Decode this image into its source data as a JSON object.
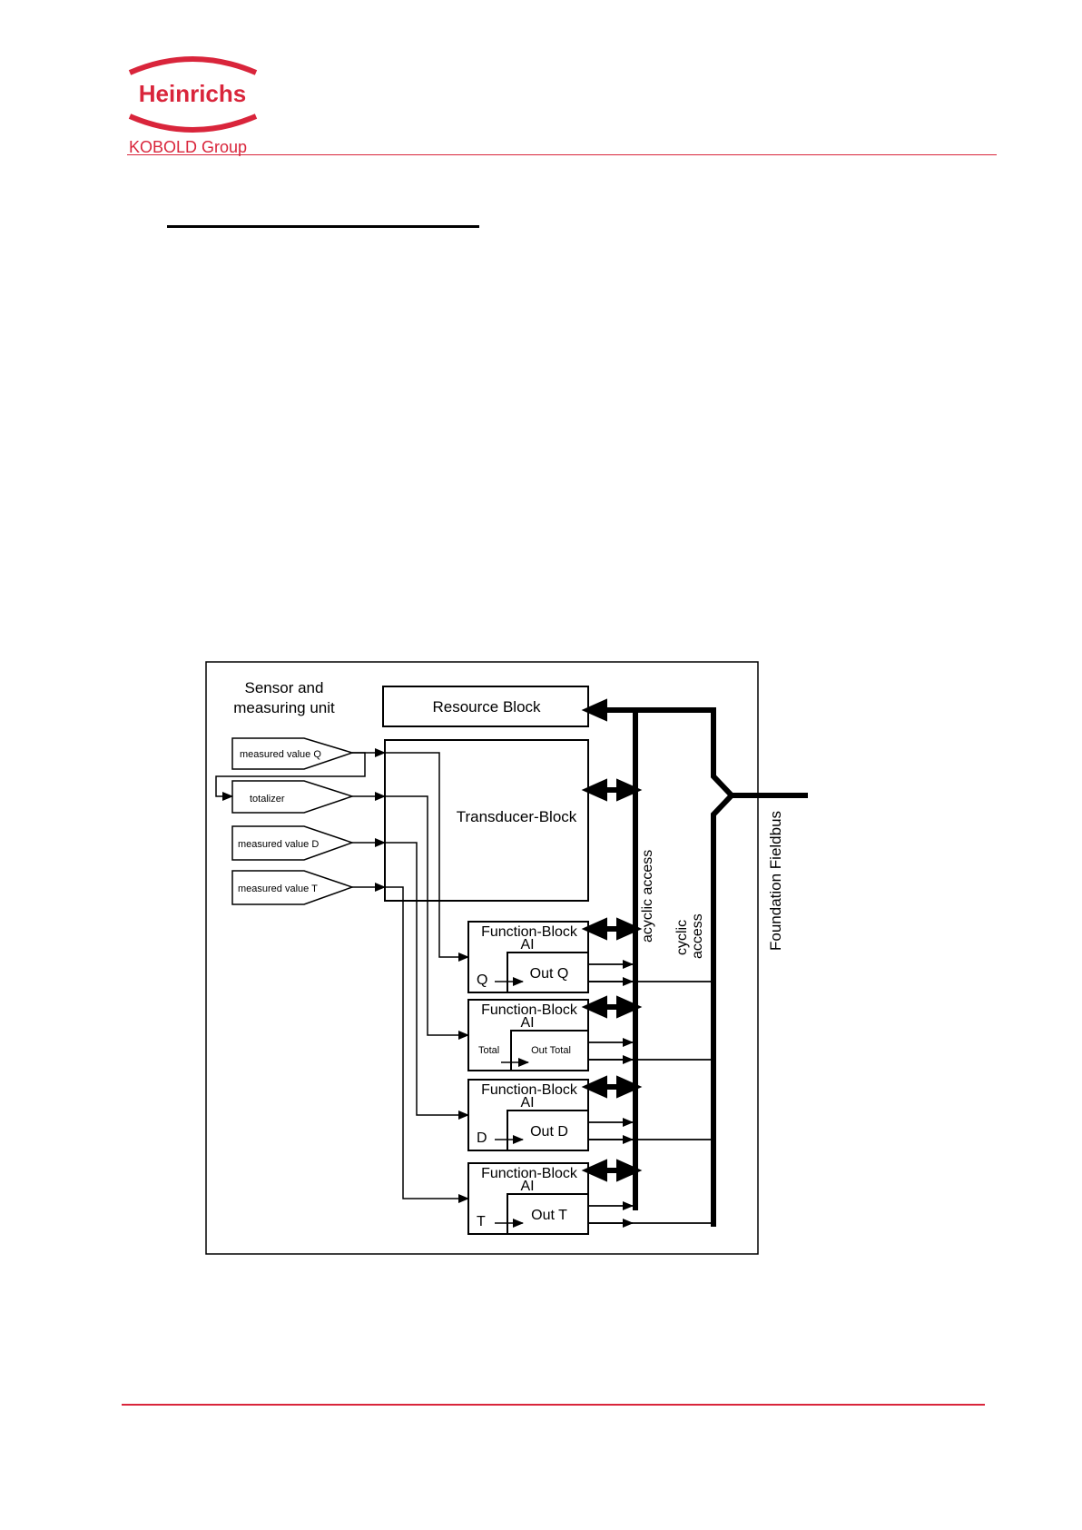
{
  "header": {
    "brand_name": "Heinrichs",
    "brand_group": "KOBOLD Group",
    "brand_color": "#d9253b"
  },
  "diagram": {
    "sensor_label_1": "Sensor and",
    "sensor_label_2": "measuring unit",
    "resource_block": "Resource Block",
    "transducer_block": "Transducer-Block",
    "inputs": [
      {
        "label": "measured value  Q"
      },
      {
        "label": "totalizer"
      },
      {
        "label": "measured value  D"
      },
      {
        "label": "measured value  T"
      }
    ],
    "function_blocks": [
      {
        "title": "Function-Block",
        "sub": "AI",
        "in": "Q",
        "out": "Out Q"
      },
      {
        "title": "Function-Block",
        "sub": "AI",
        "in": "Total",
        "out": "Out Total"
      },
      {
        "title": "Function-Block",
        "sub": "AI",
        "in": "D",
        "out": "Out D"
      },
      {
        "title": "Function-Block",
        "sub": "AI",
        "in": "T",
        "out": "Out T"
      }
    ],
    "acyclic_label": "acyclic access",
    "cyclic_label_1": "cyclic",
    "cyclic_label_2": "access",
    "fieldbus_label": "Foundation Fieldbus"
  }
}
